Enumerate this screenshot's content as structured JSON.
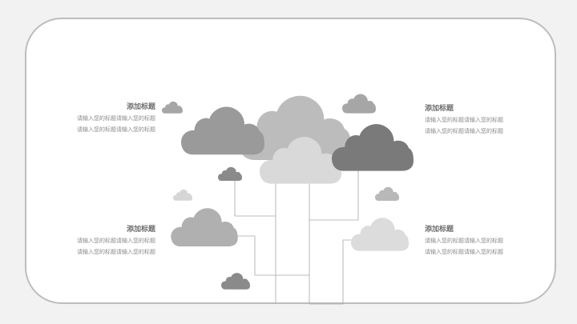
{
  "blocks": {
    "top_left": {
      "title": "添加标题",
      "line1": "请输入您的标题请输入您的标题",
      "line2": "请输入您的标题请输入您的标题"
    },
    "bottom_left": {
      "title": "添加标题",
      "line1": "请输入您的标题请输入您的标题",
      "line2": "请输入您的标题请输入您的标题"
    },
    "top_right": {
      "title": "添加标题",
      "line1": "请输入您的标题请输入您的标题",
      "line2": "请输入您的标题请输入您的标题"
    },
    "bottom_right": {
      "title": "添加标题",
      "line1": "请输入您的标题请输入您的标题",
      "line2": "请输入您的标题请输入您的标题"
    }
  },
  "colors": {
    "card_border": "#bdbdbd",
    "cloud_dark": "#7a7a7a",
    "cloud_mid": "#9a9a9a",
    "cloud_light": "#bcbcbc",
    "cloud_pale": "#d9d9d9",
    "connector": "#a6a6a6"
  }
}
